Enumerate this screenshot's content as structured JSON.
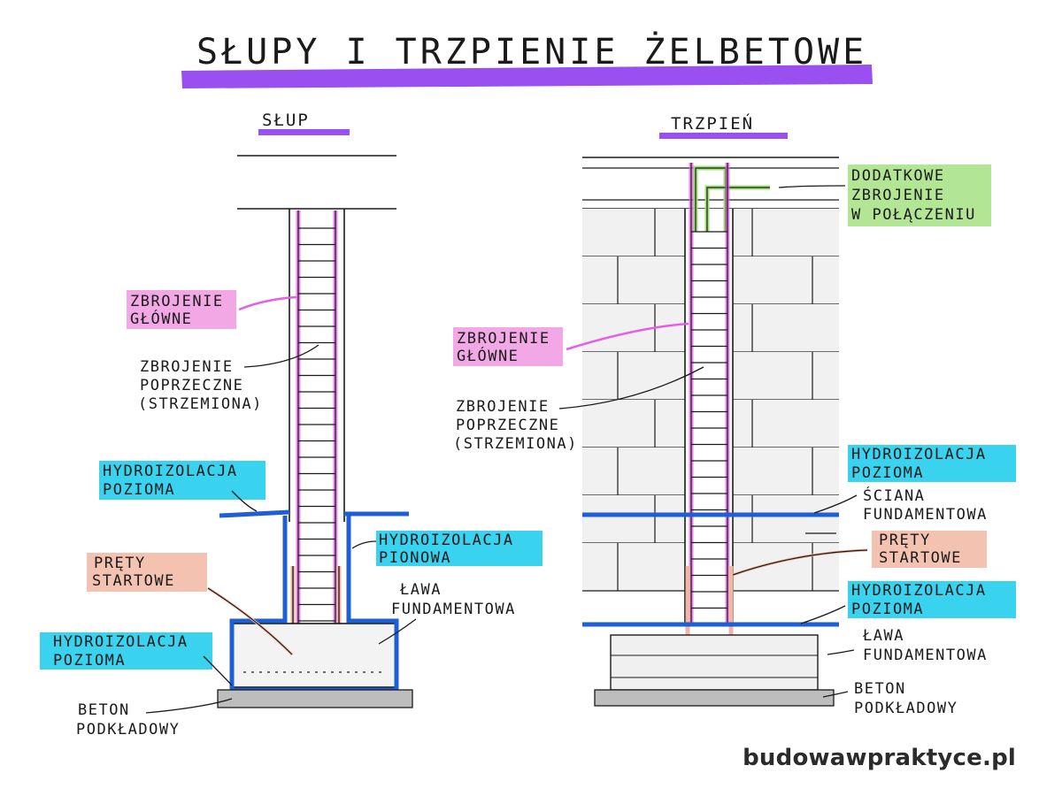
{
  "title": "SŁUPY I TRZPIENIE ŻELBETOWE",
  "colors": {
    "ink": "#1a1a1a",
    "title_highlight": "#9a4ff0",
    "main_rebar": "#e45ee8",
    "main_rebar_label": "#f3a8e6",
    "waterproofing": "#1f5fd6",
    "waterproofing_label": "#39d3ef",
    "starter_bars": "#f2b7a3",
    "extra_rebar": "#9fe07a",
    "masonry": "#f0f0f0",
    "lean_concrete": "#bdbdbd"
  },
  "left": {
    "heading": "SŁUP",
    "labels": {
      "main_rebar": [
        "ZBROJENIE",
        "GŁÓWNE"
      ],
      "stirrups": [
        "ZBROJENIE",
        "POPRZECZNE",
        "(STRZEMIONA)"
      ],
      "hz_waterproof_top": [
        "HYDROIZOLACJA",
        "POZIOMA"
      ],
      "vertical_waterproof": [
        "HYDROIZOLACJA",
        "PIONOWA"
      ],
      "starter_bars": [
        "PRĘTY",
        "STARTOWE"
      ],
      "footing": [
        "ŁAWA",
        "FUNDAMENTOWA"
      ],
      "hz_waterproof_bottom": [
        "HYDROIZOLACJA",
        "POZIOMA"
      ],
      "lean_concrete": [
        "BETON",
        "PODKŁADOWY"
      ]
    }
  },
  "right": {
    "heading": "TRZPIEŃ",
    "labels": {
      "extra_rebar": [
        "DODATKOWE",
        "ZBROJENIE",
        "W POŁĄCZENIU"
      ],
      "main_rebar": [
        "ZBROJENIE",
        "GŁÓWNE"
      ],
      "stirrups": [
        "ZBROJENIE",
        "POPRZECZNE",
        "(STRZEMIONA)"
      ],
      "hz_waterproof_top": [
        "HYDROIZOLACJA",
        "POZIOMA"
      ],
      "foundation_wall": [
        "ŚCIANA",
        "FUNDAMENTOWA"
      ],
      "starter_bars": [
        "PRĘTY",
        "STARTOWE"
      ],
      "hz_waterproof_bottom": [
        "HYDROIZOLACJA",
        "POZIOMA"
      ],
      "footing": [
        "ŁAWA",
        "FUNDAMENTOWA"
      ],
      "lean_concrete": [
        "BETON",
        "PODKŁADOWY"
      ]
    }
  },
  "brand": "budowawpraktyce.pl"
}
